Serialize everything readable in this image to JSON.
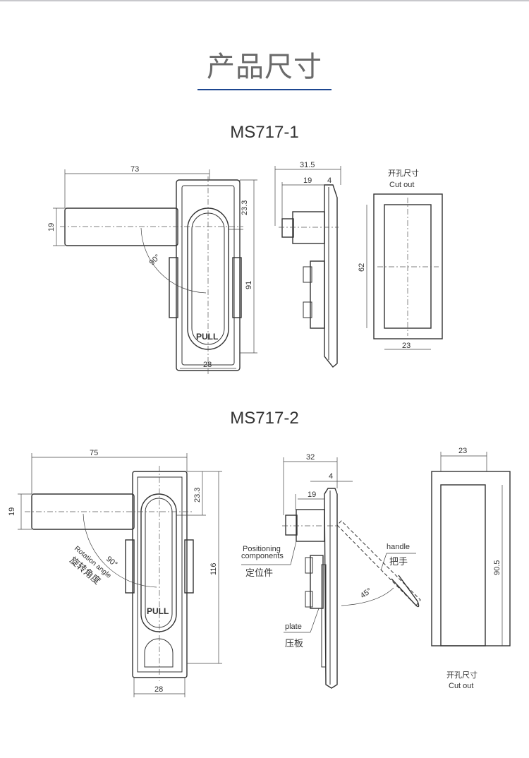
{
  "header": {
    "title": "产品尺寸",
    "accent_color": "#1d4690"
  },
  "models": [
    {
      "name": "MS717-1",
      "front": {
        "width": "73",
        "handle_height": "19",
        "top_offset": "23.3",
        "height": "91",
        "body_width": "28",
        "angle": "90°",
        "pull_label": "PULL"
      },
      "side": {
        "depth": "31.5",
        "lock_depth": "19",
        "plate": "4"
      },
      "cutout": {
        "label_cn": "开孔尺寸",
        "label_en": "Cut out",
        "height": "62",
        "width": "23"
      }
    },
    {
      "name": "MS717-2",
      "front": {
        "width": "75",
        "handle_height": "19",
        "top_offset": "23.3",
        "height": "116",
        "body_width": "28",
        "angle": "90°",
        "rotation_en": "Rotation angle",
        "rotation_cn": "旋转角度",
        "pull_label": "PULL"
      },
      "side": {
        "depth": "32",
        "lock_depth": "19",
        "plate": "4",
        "angle": "45°",
        "positioning_en": "Positioning",
        "positioning_en2": "components",
        "positioning_cn": "定位件",
        "plate_en": "plate",
        "plate_cn": "压板",
        "handle_en": "handle",
        "handle_cn": "把手"
      },
      "cutout": {
        "label_cn": "开孔尺寸",
        "label_en": "Cut out",
        "height": "90.5",
        "width": "23"
      }
    }
  ]
}
